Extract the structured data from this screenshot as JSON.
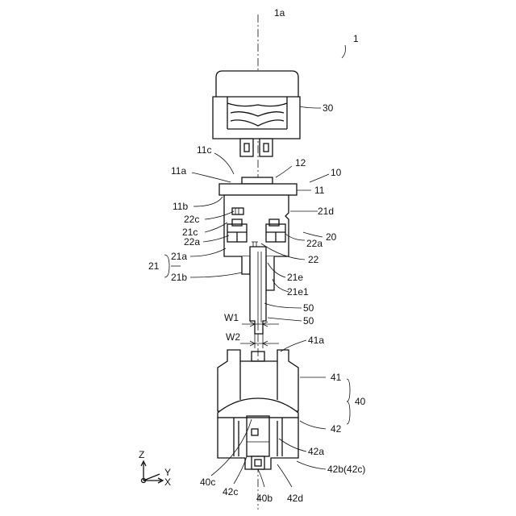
{
  "labels": {
    "axis_1a": "1a",
    "assembly_1": "1",
    "part_30": "30",
    "part_11c": "11c",
    "part_12": "12",
    "part_10": "10",
    "part_11a": "11a",
    "part_11": "11",
    "part_11b": "11b",
    "part_21d": "21d",
    "part_22c": "22c",
    "part_21c": "21c",
    "part_20": "20",
    "part_22a_left": "22a",
    "part_22a_right": "22a",
    "part_21a": "21a",
    "part_22": "22",
    "part_21": "21",
    "part_21e": "21e",
    "part_21b": "21b",
    "part_21e1": "21e1",
    "part_50_upper": "50",
    "part_50_lower": "50",
    "dim_W1": "W1",
    "dim_W2": "W2",
    "part_41a": "41a",
    "part_41": "41",
    "part_40": "40",
    "part_42": "42",
    "part_42a": "42a",
    "part_42b": "42b(42c)",
    "part_40c": "40c",
    "part_42c": "42c",
    "part_40b": "40b",
    "part_42d": "42d",
    "axis_z": "Z",
    "axis_y": "Y",
    "axis_x": "X"
  }
}
